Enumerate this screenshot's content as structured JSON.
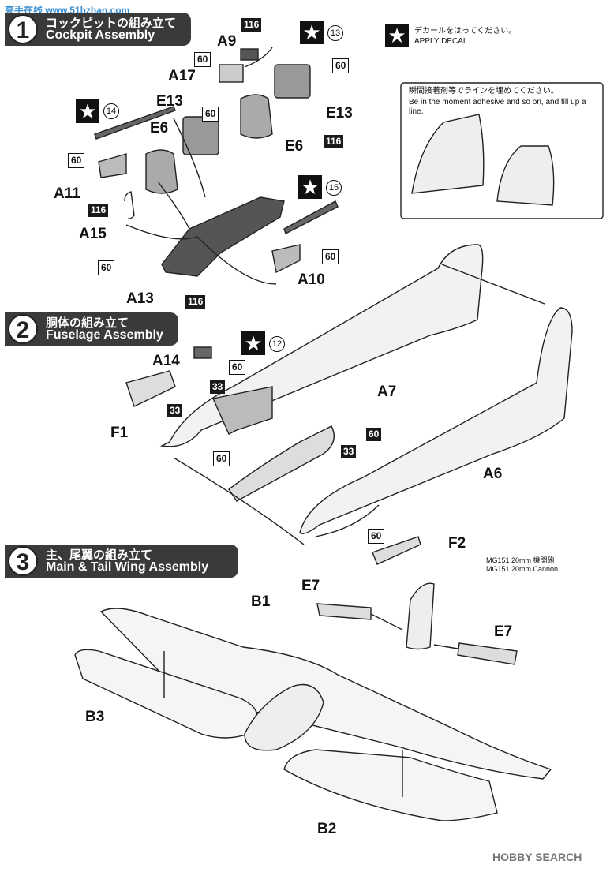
{
  "watermark_top": "高手在线 www.51hzhan.com",
  "steps": [
    {
      "number": "1",
      "title_jp": "コックピットの組み立て",
      "title_en": "Cockpit Assembly"
    },
    {
      "number": "2",
      "title_jp": "胴体の組み立て",
      "title_en": "Fuselage Assembly"
    },
    {
      "number": "3",
      "title_jp": "主、尾翼の組み立て",
      "title_en": "Main & Tail Wing Assembly"
    }
  ],
  "decal_notice": {
    "jp": "デカールをはってください。",
    "en": "APPLY DECAL"
  },
  "adhesive_notice": {
    "jp": "瞬間接着剤等でラインを埋めてください。",
    "en": "Be in the moment adhesive and so on, and fill up a line."
  },
  "decal_numbers": [
    "13",
    "14",
    "15",
    "12"
  ],
  "step1_parts": {
    "A9": "A9",
    "A17": "A17",
    "E13a": "E13",
    "E13b": "E13",
    "E6a": "E6",
    "E6b": "E6",
    "A11": "A11",
    "A15": "A15",
    "A13": "A13",
    "A10": "A10"
  },
  "step2_parts": {
    "A14": "A14",
    "A7": "A7",
    "F1": "F1",
    "A6": "A6",
    "F2": "F2"
  },
  "step3_parts": {
    "B1": "B1",
    "E7a": "E7",
    "E7b": "E7",
    "B3": "B3",
    "B2": "B2"
  },
  "paint_codes": {
    "c116": "116",
    "c60": "60",
    "c33": "33"
  },
  "cannon_note": {
    "jp": "MG151 20mm 機関砲",
    "en": "MG151 20mm Cannon"
  },
  "footer_logo": "HOBBY SEARCH"
}
